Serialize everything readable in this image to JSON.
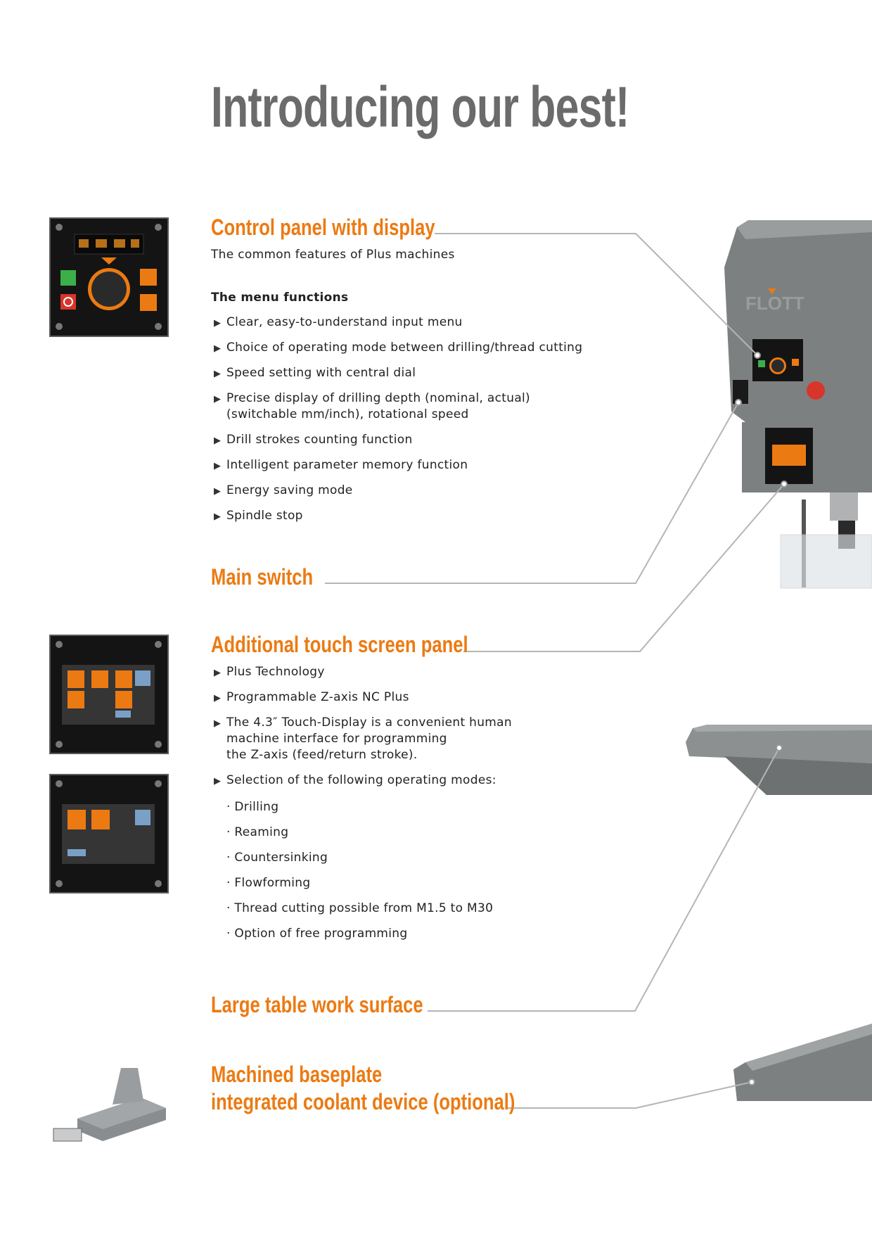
{
  "page": {
    "title": "Introducing our best!"
  },
  "colors": {
    "accent": "#ec7a12",
    "title": "#6b6b6b",
    "machine": "#7d8081",
    "line": "#b5b5b5"
  },
  "sections": {
    "control_panel": {
      "heading": "Control panel with display",
      "intro": "The common features of Plus machines",
      "subheading": "The menu functions",
      "bullets": [
        "Clear, easy-to-understand input menu",
        "Choice of operating mode between drilling/thread cutting",
        "Speed setting with central dial",
        "Precise display of drilling depth (nominal, actual)",
        "Drill strokes counting function",
        "Intelligent parameter memory function",
        "Energy saving mode",
        "Spindle stop"
      ],
      "bullet_3_line2": "(switchable mm/inch), rotational speed"
    },
    "main_switch": {
      "heading": "Main switch"
    },
    "touch_panel": {
      "heading": "Additional touch screen panel",
      "bullets": [
        "Plus Technology",
        "Programmable Z-axis NC Plus",
        "The 4.3″ Touch-Display is a convenient human",
        "Selection of the following operating modes:"
      ],
      "bullet_2_line2": "machine interface for programming",
      "bullet_2_line3": "the Z-axis (feed/return stroke).",
      "modes": [
        "· Drilling",
        "· Reaming",
        "· Countersinking",
        "· Flowforming",
        "· Thread cutting possible from M1.5 to M30",
        "· Option of free programming"
      ]
    },
    "table": {
      "heading": "Large table work surface"
    },
    "baseplate": {
      "heading_line1": "Machined baseplate",
      "heading_line2": "integrated coolant device (optional)"
    }
  },
  "machine": {
    "brand": "FLOTT"
  }
}
